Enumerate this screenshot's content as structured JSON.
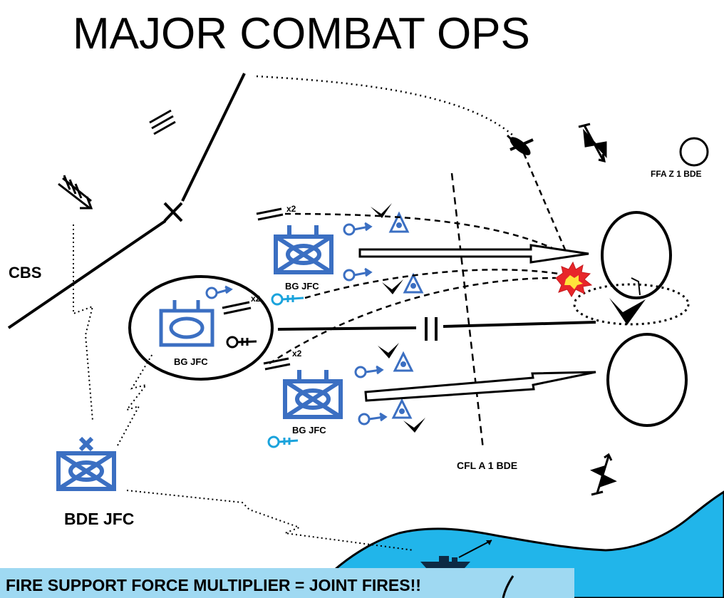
{
  "title": "MAJOR COMBAT OPS",
  "labels": {
    "cbs": "CBS",
    "bg_jfc_center": "BG JFC",
    "bg_jfc_top": "BG JFC",
    "bg_jfc_bottom": "BG JFC",
    "bde_jfc": "BDE JFC",
    "ffa": "FFA Z 1 BDE",
    "cfl": "CFL A 1 BDE",
    "x2_top": "x2",
    "x2_mid": "x2",
    "x2_bottom": "x2"
  },
  "footer": "FIRE SUPPORT FORCE MULTIPLIER = JOINT FIRES!!",
  "colors": {
    "unit_blue": "#3b6fc2",
    "sensor_cyan": "#1aa3dc",
    "sea": "#21b5ea",
    "footer_band": "#9fd9f2",
    "explosion_red": "#e8262a",
    "explosion_yellow": "#ffe53b"
  }
}
